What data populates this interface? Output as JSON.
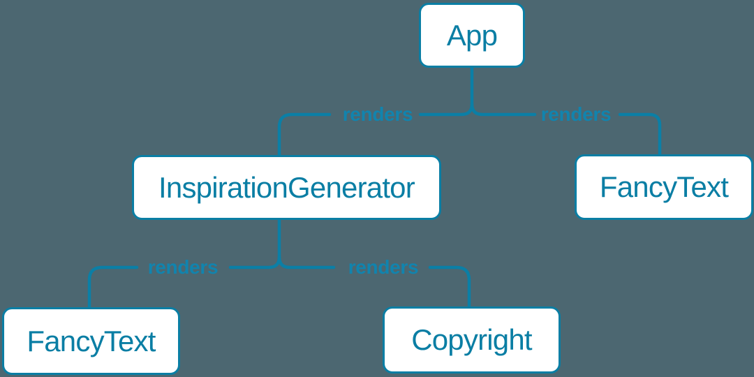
{
  "colors": {
    "background": "#4C6771",
    "connector_stroke": "#0B7FA6",
    "node_fill": "#FFFFFF",
    "node_border": "#0A7EA4",
    "node_text": "#0A7EA4",
    "edge_label_text": "#1184AE"
  },
  "diagram": {
    "type": "tree",
    "nodes": [
      {
        "id": "app",
        "label": "App"
      },
      {
        "id": "inspiration-generator",
        "label": "InspirationGenerator"
      },
      {
        "id": "fancy-text-top",
        "label": "FancyText"
      },
      {
        "id": "fancy-text-bottom",
        "label": "FancyText"
      },
      {
        "id": "copyright",
        "label": "Copyright"
      }
    ],
    "edges": [
      {
        "from": "App",
        "to": "InspirationGenerator",
        "label": "renders"
      },
      {
        "from": "App",
        "to": "FancyText",
        "label": "renders"
      },
      {
        "from": "InspirationGenerator",
        "to": "FancyText",
        "label": "renders"
      },
      {
        "from": "InspirationGenerator",
        "to": "Copyright",
        "label": "renders"
      }
    ]
  }
}
